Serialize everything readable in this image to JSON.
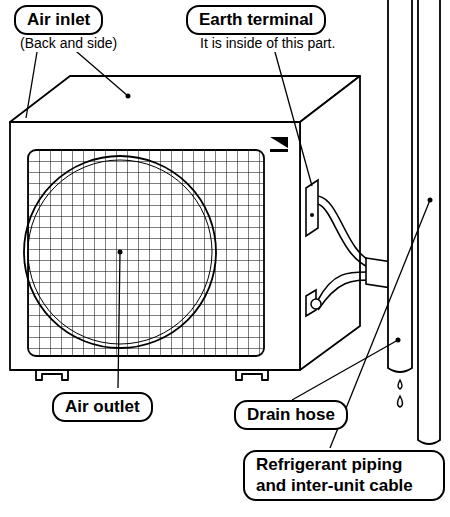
{
  "diagram": {
    "nodes": [
      {
        "text": [
          "Air inlet",
          "(Back and side)"
        ]
      },
      {
        "text": [
          "Earth terminal",
          "It is inside of this part."
        ]
      },
      {
        "text": [
          "Air outlet"
        ]
      },
      {
        "text": [
          "Drain hose"
        ]
      },
      {
        "text": [
          "Refrigerant piping and inter-unit cable"
        ]
      }
    ]
  }
}
